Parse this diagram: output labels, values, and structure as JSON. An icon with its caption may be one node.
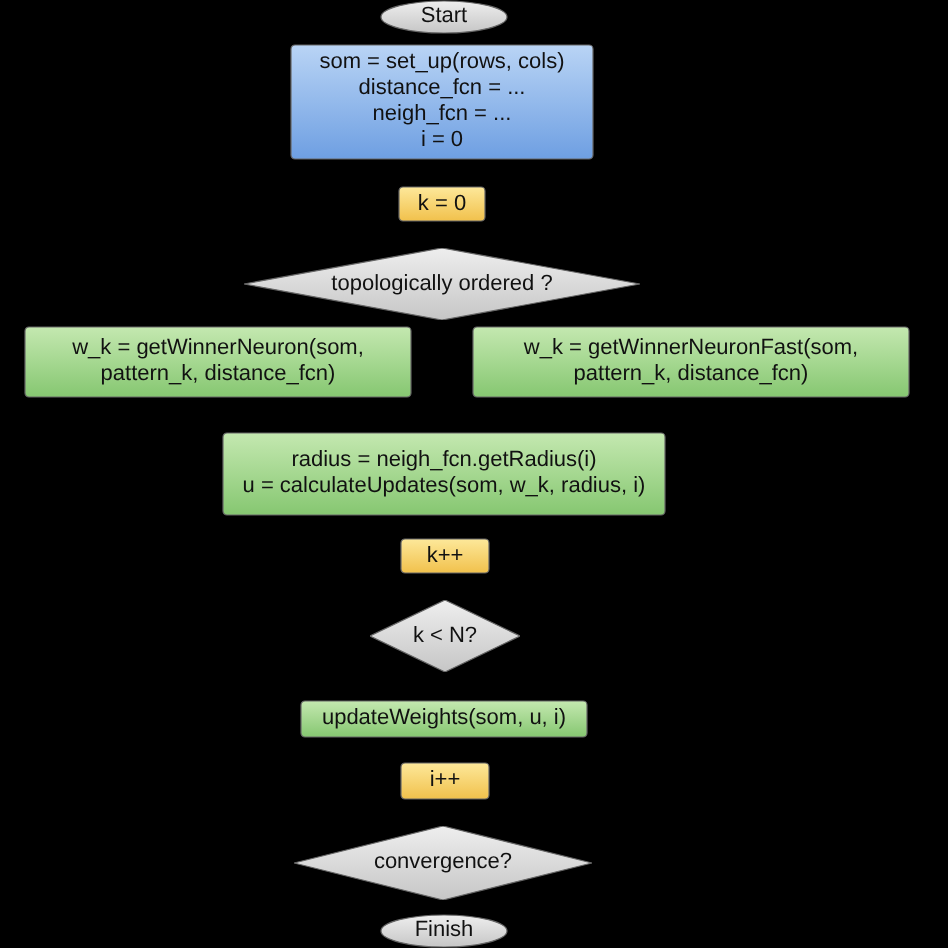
{
  "diagram": {
    "nodes": [
      {
        "text": [
          "Start"
        ]
      },
      {
        "text": [
          "som = set_up(rows, cols)",
          "distance_fcn = ...",
          "neigh_fcn = ...",
          "i = 0"
        ]
      },
      {
        "text": [
          "k = 0"
        ]
      },
      {
        "text": [
          "topologically ordered ?"
        ]
      },
      {
        "text": [
          "w_k = getWinnerNeuron(som, pattern_k, distance_fcn)"
        ]
      },
      {
        "text": [
          "w_k = getWinnerNeuronFast(som, pattern_k, distance_fcn)"
        ]
      },
      {
        "text": [
          "radius = neigh_fcn.getRadius(i)",
          "u = calculateUpdates(som, w_k, radius, i)"
        ]
      },
      {
        "text": [
          "k++"
        ]
      },
      {
        "text": [
          "k < N?"
        ]
      },
      {
        "text": [
          "updateWeights(som, u, i)"
        ]
      },
      {
        "text": [
          "i++"
        ]
      },
      {
        "text": [
          "convergence?"
        ]
      },
      {
        "text": [
          "Finish"
        ]
      }
    ]
  }
}
